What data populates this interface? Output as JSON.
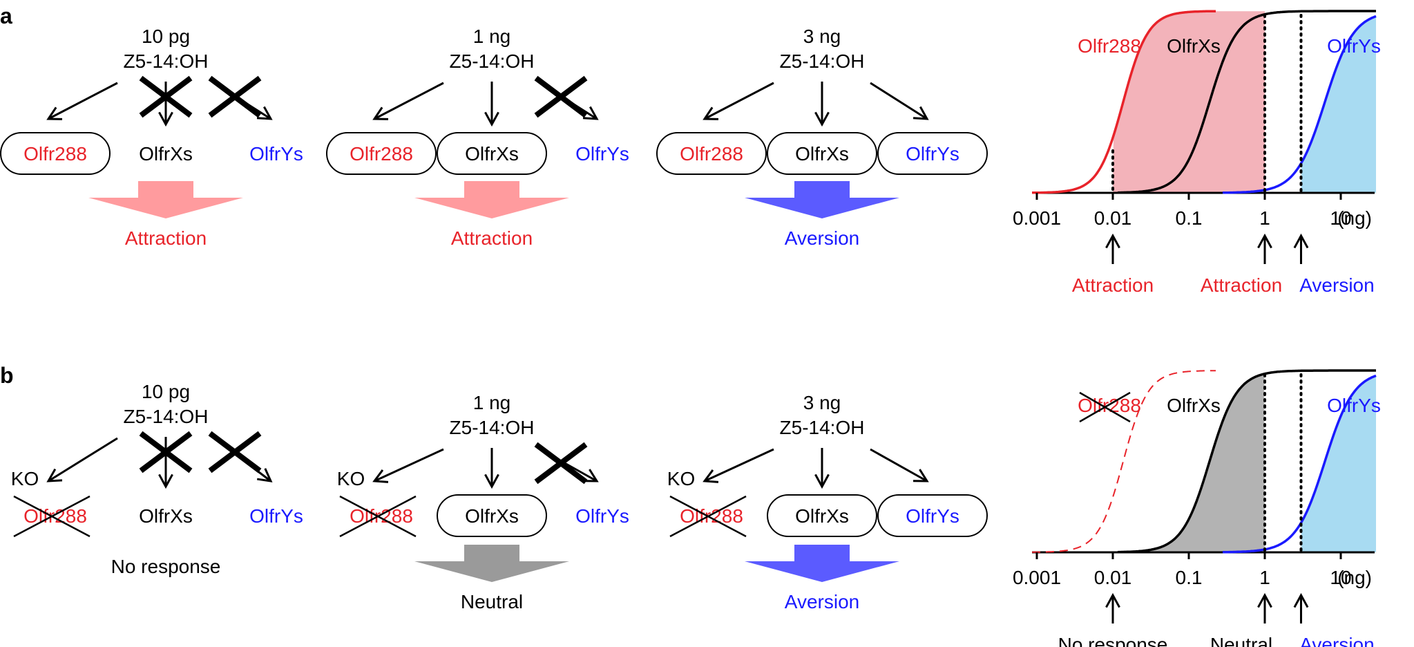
{
  "panels": {
    "a": {
      "label": "a",
      "scenarios": [
        {
          "dose": "10 pg",
          "compound": "Z5-14:OH",
          "receptors": [
            "Olfr288",
            "OlfrXs",
            "OlfrYs"
          ],
          "active": [
            true,
            false,
            false
          ],
          "knockout": false,
          "ko_label": "",
          "outcome": "Attraction",
          "outcome_type": "attraction"
        },
        {
          "dose": "1 ng",
          "compound": "Z5-14:OH",
          "receptors": [
            "Olfr288",
            "OlfrXs",
            "OlfrYs"
          ],
          "active": [
            true,
            true,
            false
          ],
          "knockout": false,
          "ko_label": "",
          "outcome": "Attraction",
          "outcome_type": "attraction"
        },
        {
          "dose": "3 ng",
          "compound": "Z5-14:OH",
          "receptors": [
            "Olfr288",
            "OlfrXs",
            "OlfrYs"
          ],
          "active": [
            true,
            true,
            true
          ],
          "knockout": false,
          "ko_label": "",
          "outcome": "Aversion",
          "outcome_type": "aversion"
        }
      ],
      "chart": {
        "curve_labels": [
          "Olfr288",
          "OlfrXs",
          "OlfrYs"
        ],
        "tick_labels": [
          "0.001",
          "0.01",
          "0.1",
          "1",
          "10"
        ],
        "unit": "(ng)",
        "markers": [
          {
            "dose": 0.01,
            "label": "Attraction",
            "type": "attraction"
          },
          {
            "dose": 1,
            "label": "Attraction",
            "type": "attraction"
          },
          {
            "dose": 3,
            "label": "Aversion",
            "type": "aversion"
          }
        ]
      }
    },
    "b": {
      "label": "b",
      "scenarios": [
        {
          "dose": "10 pg",
          "compound": "Z5-14:OH",
          "receptors": [
            "Olfr288",
            "OlfrXs",
            "OlfrYs"
          ],
          "active": [
            false,
            false,
            false
          ],
          "knockout": true,
          "ko_label": "KO",
          "outcome": "No response",
          "outcome_type": "none"
        },
        {
          "dose": "1 ng",
          "compound": "Z5-14:OH",
          "receptors": [
            "Olfr288",
            "OlfrXs",
            "OlfrYs"
          ],
          "active": [
            false,
            true,
            false
          ],
          "knockout": true,
          "ko_label": "KO",
          "outcome": "Neutral",
          "outcome_type": "neutral"
        },
        {
          "dose": "3 ng",
          "compound": "Z5-14:OH",
          "receptors": [
            "Olfr288",
            "OlfrXs",
            "OlfrYs"
          ],
          "active": [
            false,
            true,
            true
          ],
          "knockout": true,
          "ko_label": "KO",
          "outcome": "Aversion",
          "outcome_type": "aversion"
        }
      ],
      "chart": {
        "curve_labels": [
          "Olfr288",
          "OlfrXs",
          "OlfrYs"
        ],
        "tick_labels": [
          "0.001",
          "0.01",
          "0.1",
          "1",
          "10"
        ],
        "unit": "(ng)",
        "markers": [
          {
            "dose": 0.01,
            "label": "No response",
            "type": "none"
          },
          {
            "dose": 1,
            "label": "Neutral",
            "type": "neutral"
          },
          {
            "dose": 3,
            "label": "Aversion",
            "type": "aversion"
          }
        ]
      }
    }
  },
  "colors": {
    "red": "#e8232a",
    "blue": "#1a1aff",
    "black": "#000000",
    "attraction_arrow": "#ff9b9e",
    "aversion_arrow": "#5b5bff",
    "neutral_arrow": "#9a9a9a",
    "red_fill": "#f3b3ba",
    "blue_fill": "#a8dbf2",
    "gray_fill": "#b3b3b3"
  }
}
